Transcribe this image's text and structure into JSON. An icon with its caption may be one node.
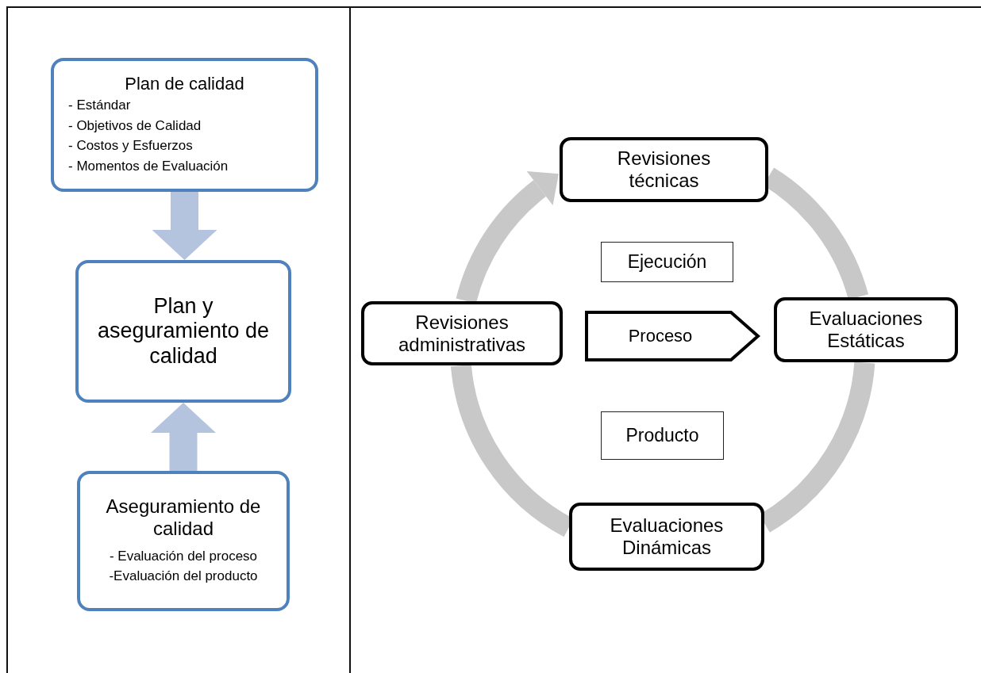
{
  "diagram": {
    "nodes": [
      {
        "text": [
          "Plan de calidad",
          "- Estándar",
          "- Objetivos de Calidad",
          "- Costos y Esfuerzos",
          "- Momentos de Evaluación"
        ]
      },
      {
        "text": [
          "Plan y aseguramiento de calidad"
        ]
      },
      {
        "text": [
          "Aseguramiento de calidad",
          "- Evaluación del proceso",
          "-Evaluación del producto"
        ]
      },
      {
        "text": [
          "Revisiones técnicas"
        ]
      },
      {
        "text": [
          "Evaluaciones Estáticas"
        ]
      },
      {
        "text": [
          "Evaluaciones Dinámicas"
        ]
      },
      {
        "text": [
          "Revisiones administrativas"
        ]
      },
      {
        "text": [
          "Ejecución"
        ]
      },
      {
        "text": [
          "Proceso"
        ]
      },
      {
        "text": [
          "Producto"
        ]
      }
    ],
    "edges": [
      {
        "from": 0,
        "to": 1,
        "arrow": "to",
        "color": "#b4c3de"
      },
      {
        "from": 2,
        "to": 1,
        "arrow": "to",
        "color": "#b4c3de"
      },
      {
        "from": 3,
        "to": 4,
        "arrow": "none",
        "color": "#c8c8c8"
      },
      {
        "from": 4,
        "to": 5,
        "arrow": "none",
        "color": "#c8c8c8"
      },
      {
        "from": 5,
        "to": 6,
        "arrow": "none",
        "color": "#c8c8c8"
      },
      {
        "from": 6,
        "to": 3,
        "arrow": "to",
        "color": "#c8c8c8"
      }
    ]
  }
}
